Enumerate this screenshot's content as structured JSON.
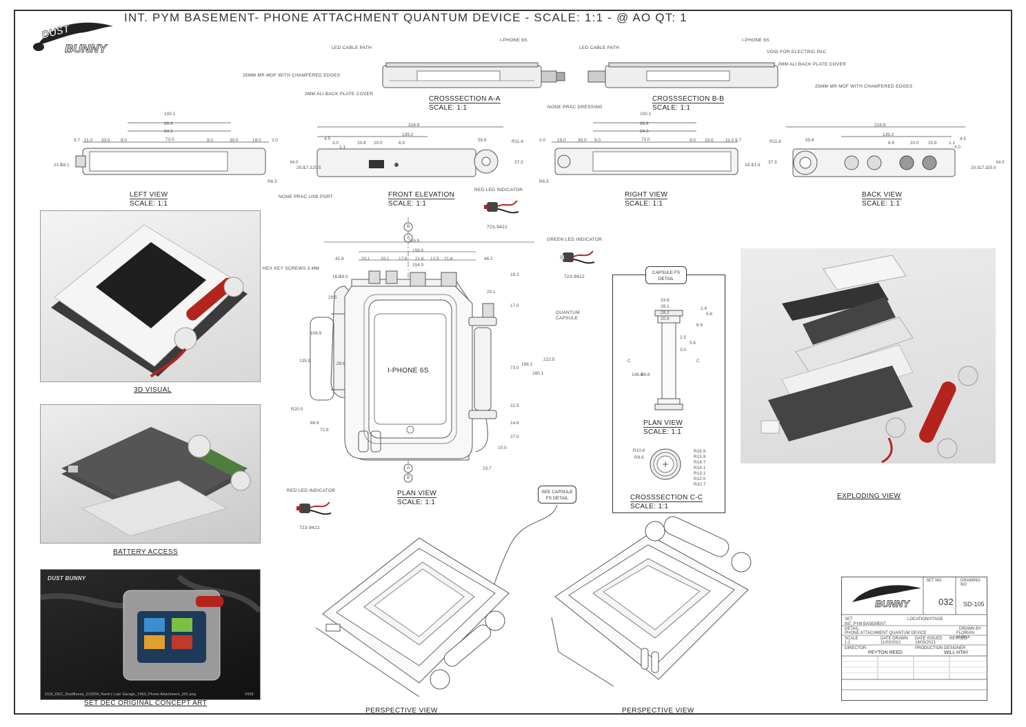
{
  "title": "INT. PYM BASEMENT- PHONE ATTACHMENT QUANTUM DEVICE - SCALE: 1:1 - @ AO QT: 1",
  "logo_text": "DUST BUNNY",
  "cross_a": {
    "title": "CROSSSECTION A-A",
    "scale": "SCALE: 1:1",
    "notes": [
      "LED CABLE PATH",
      "I-PHONE 6S",
      "25MM MR MDF WITH CHAMFERED EDGES",
      "2MM ALI BACK PLATE COVER"
    ]
  },
  "cross_b": {
    "title": "CROSSSECTION B-B",
    "scale": "SCALE: 1:1",
    "notes": [
      "LED CABLE PATH",
      "I-PHONE 6S",
      "VOID FOR ELECTRIC PAC",
      "2MM ALI BACK PLATE COVER",
      "25MM MR MDF WITH CHAMFERED EDGES",
      "NONE PRAC DRESSING"
    ]
  },
  "left_view": {
    "title": "LEFT VIEW",
    "scale": "SCALE: 1:1",
    "dims": [
      "100.1",
      "88.8",
      "84.3",
      "73.0",
      "9.7",
      "11.0",
      "33.0",
      "9.0",
      "9.0",
      "30.0",
      "19.0",
      "2.0",
      "21.6",
      "18.1",
      "R6.5"
    ]
  },
  "front_elevation": {
    "title": "FRONT ELEVATION",
    "scale": "SCALE: 1:1",
    "dims": [
      "216.9",
      "139.2",
      "55.6",
      "20.8",
      "20.0",
      "6.9",
      "R11.8",
      "4.5",
      "3.0",
      "1.1",
      "34.0",
      "25.0",
      "17.3",
      "20.5",
      "37.3"
    ],
    "notes": [
      "NONE PRAC USB PORT",
      "RED LED INDICATOR",
      "723-9422"
    ]
  },
  "right_view": {
    "title": "RIGHT VIEW",
    "scale": "SCALE: 1:1",
    "dims": [
      "100.1",
      "88.8",
      "84.3",
      "73.0",
      "2.0",
      "19.0",
      "30.0",
      "9.0",
      "9.0",
      "33.0",
      "11.0",
      "9.7",
      "18.1",
      "21.6",
      "R6.5"
    ]
  },
  "back_view": {
    "title": "BACK VIEW",
    "scale": "SCALE: 1:1",
    "dims": [
      "216.9",
      "139.2",
      "55.6",
      "6.9",
      "20.0",
      "20.8",
      "R11.8",
      "37.3",
      "4.5",
      "1.1",
      "3.0",
      "20.5",
      "17.3",
      "25.0",
      "34.0"
    ]
  },
  "plan_view": {
    "title": "PLAN VIEW",
    "scale": "SCALE: 1:1",
    "phone_label": "I-PHONE 6S",
    "dims_top": [
      "216.9",
      "156.0",
      "154.0",
      "41.6",
      "20.1",
      "20.1",
      "17.8",
      "21.6",
      "12.5",
      "21.6",
      "46.2"
    ],
    "dims_left": [
      "16.8",
      "19.0",
      "29.5",
      "106.9",
      "135.9",
      "86.9",
      "72.8",
      "R20.0",
      "28.6"
    ],
    "dims_right": [
      "18.2",
      "20.1",
      "17.0",
      "73.0",
      "22.5",
      "14.6",
      "27.0",
      "10.0",
      "198.1",
      "180.1",
      "222.5",
      "23.7"
    ],
    "notes": [
      "HEX KEY SCREWS 3 MM",
      "GREEN LED INDICATOR",
      "723-9422",
      "QUANTUM CAPSULE",
      "RED LED INDICATOR",
      "723-9422"
    ],
    "section_marks": [
      "A",
      "B",
      "A",
      "B"
    ]
  },
  "capsule": {
    "header": "CAPSULE FS DETAIL",
    "plan_title": "PLAN VIEW",
    "plan_scale": "SCALE: 1:1",
    "dims": [
      "33.8",
      "28.1",
      "28.2",
      "20.9",
      "1.4",
      "5.6",
      "6.9",
      "2.5",
      "5.6",
      "3.0",
      "106.8",
      "88.8"
    ],
    "section_marks": [
      "C",
      "C"
    ],
    "cs_title": "CROSSSECTION C-C",
    "cs_scale": "SCALE: 1:1",
    "radii": [
      "R10.6",
      "R9.6",
      "R16.9",
      "R15.9",
      "R14.7",
      "R14.1",
      "R13.1",
      "R12.0",
      "R10.7"
    ]
  },
  "see_capsule": "SEE CAPSULE FS DETAIL",
  "panels": {
    "visual_3d": "3D VISUAL",
    "battery": "BATTERY ACCESS",
    "concept": "SET DEC ORIGINAL CONCEPT ART",
    "concept_caption": "2116_DEC_DustBunny_210204_Hank's Lab/ Garage_V060_Phone Attachment_001.png",
    "concept_version": "V003",
    "exploding": "EXPLODING VIEW",
    "persp1": "PERSPECTIVE VIEW",
    "persp2": "PERSPECTIVE VIEW"
  },
  "title_block": {
    "set_no_label": "SET NO",
    "set_no": "032",
    "drawing_no_label": "DRAWING NO",
    "drawing_no": "SD-105",
    "set_label": "SET",
    "set": "INT. PYM BASEMENT",
    "location_label": "LOCATION/STAGE",
    "detail_label": "DETAIL",
    "detail": "PHONE ATTACHMENT QUANTUM DEVICE",
    "drawn_by_label": "DRAWN BY",
    "drawn_by": "FLORIAN BUNTE",
    "scale_label": "SCALE",
    "scale": "1:1",
    "date_drawn_label": "DATE DRAWN",
    "date_drawn": "11/03/2021",
    "date_issued_label": "DATE ISSUED",
    "date_issued": "18/03/2021",
    "revised_label": "REVISED",
    "director_label": "DIRECTOR",
    "director": "PEYTON REED",
    "pd_label": "PRODUCTION DESIGNER",
    "pd": "WILL HTAY"
  },
  "colors": {
    "red": "#b3241c",
    "dark_body": "#3b3b3b",
    "line": "#555555"
  }
}
